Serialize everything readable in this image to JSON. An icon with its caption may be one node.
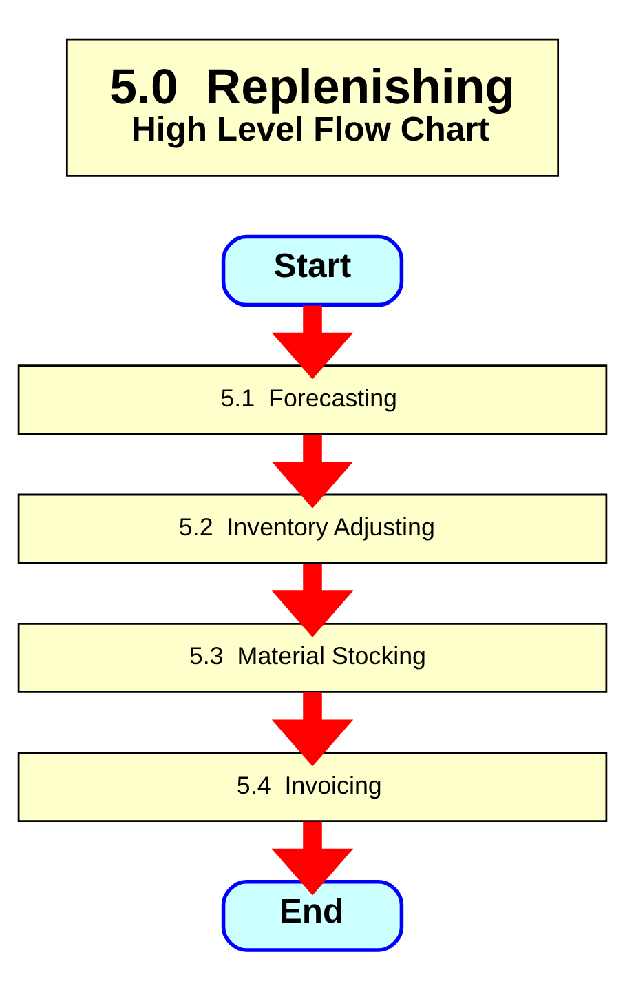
{
  "diagram": {
    "nodes": [
      {
        "text": [
          "5.0  Replenishing",
          "High Level Flow Chart"
        ]
      },
      {
        "text": [
          "Start"
        ]
      },
      {
        "text": [
          "5.1  Forecasting"
        ]
      },
      {
        "text": [
          "5.2  Inventory Adjusting"
        ]
      },
      {
        "text": [
          "5.3  Material Stocking"
        ]
      },
      {
        "text": [
          "5.4  Invoicing"
        ]
      },
      {
        "text": [
          "End"
        ]
      }
    ],
    "edges": [
      {
        "from": 1,
        "to": 2,
        "arrow": "to"
      },
      {
        "from": 2,
        "to": 3,
        "arrow": "to"
      },
      {
        "from": 3,
        "to": 4,
        "arrow": "to"
      },
      {
        "from": 4,
        "to": 5,
        "arrow": "to"
      },
      {
        "from": 5,
        "to": 6,
        "arrow": "to"
      }
    ]
  }
}
